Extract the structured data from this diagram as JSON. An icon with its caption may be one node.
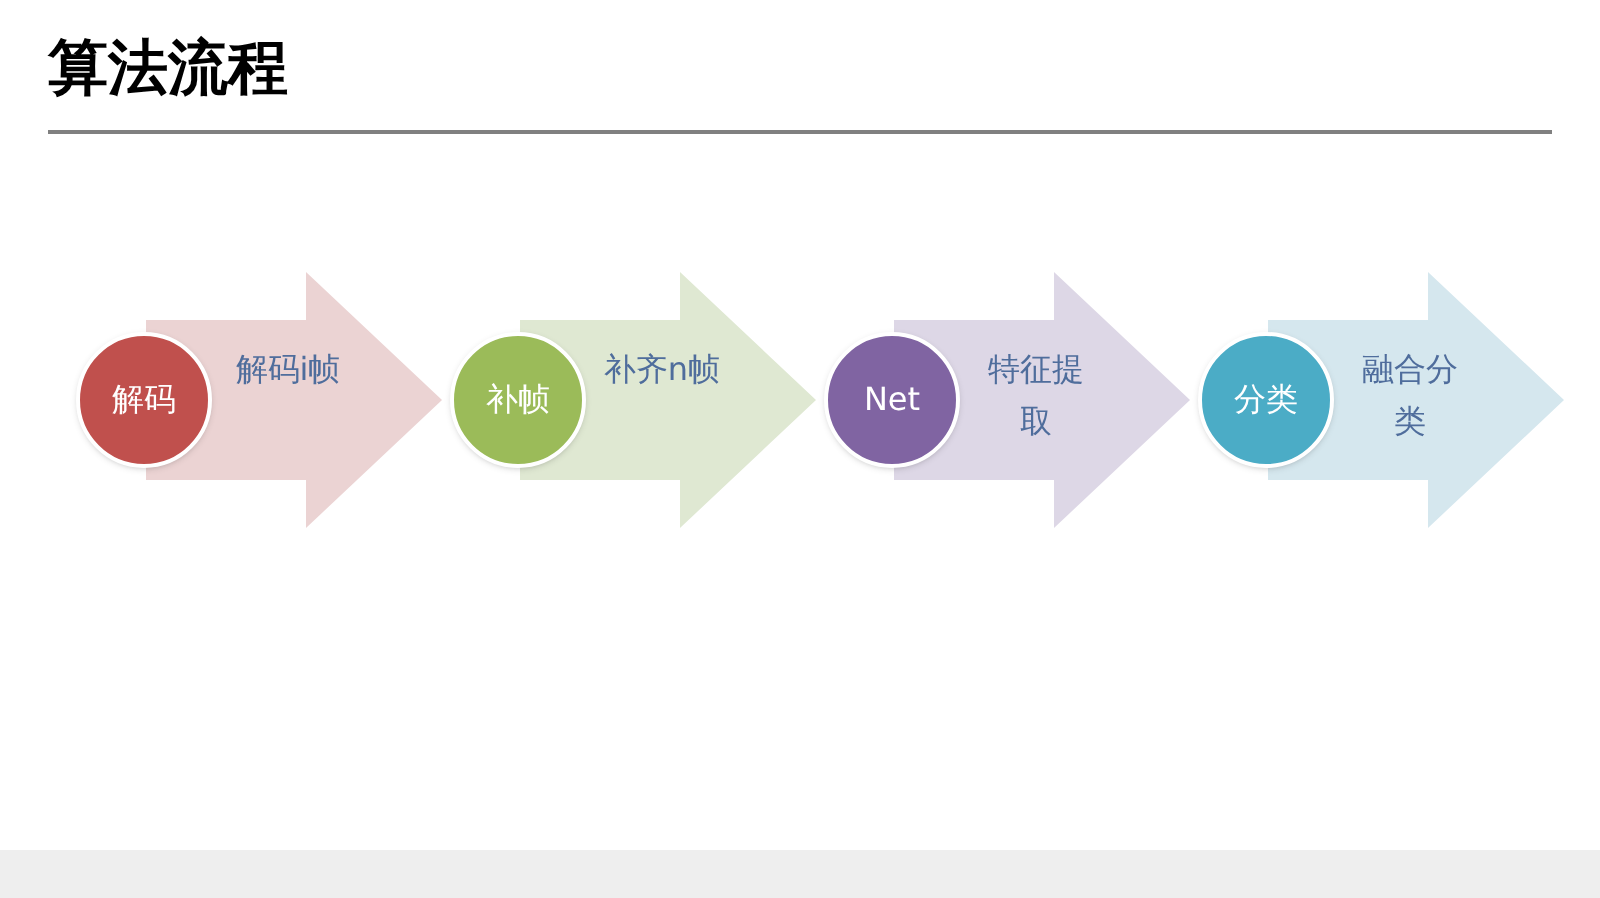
{
  "diagram": {
    "title": "算法流程",
    "nodes": [
      {
        "text": [
          "解码"
        ]
      },
      {
        "text": [
          "解码i帧"
        ]
      },
      {
        "text": [
          "补帧"
        ]
      },
      {
        "text": [
          "补齐n帧"
        ]
      },
      {
        "text": [
          "Net"
        ]
      },
      {
        "text": [
          "特征提取"
        ]
      },
      {
        "text": [
          "分类"
        ]
      },
      {
        "text": [
          "融合分类"
        ]
      }
    ]
  }
}
